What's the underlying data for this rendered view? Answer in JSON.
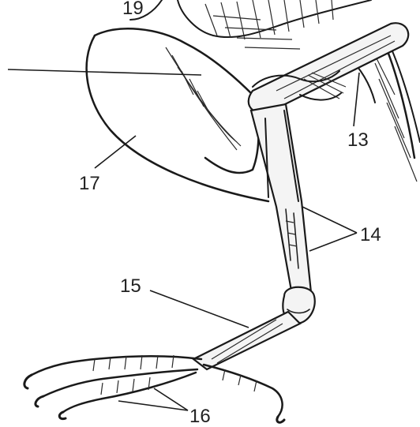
{
  "figure": {
    "labels": {
      "l13": "13",
      "l14": "14",
      "l15": "15",
      "l16": "16",
      "l17": "17",
      "l19": "19"
    },
    "colors": {
      "ink": "#1a1a1a",
      "background": "#ffffff"
    }
  }
}
